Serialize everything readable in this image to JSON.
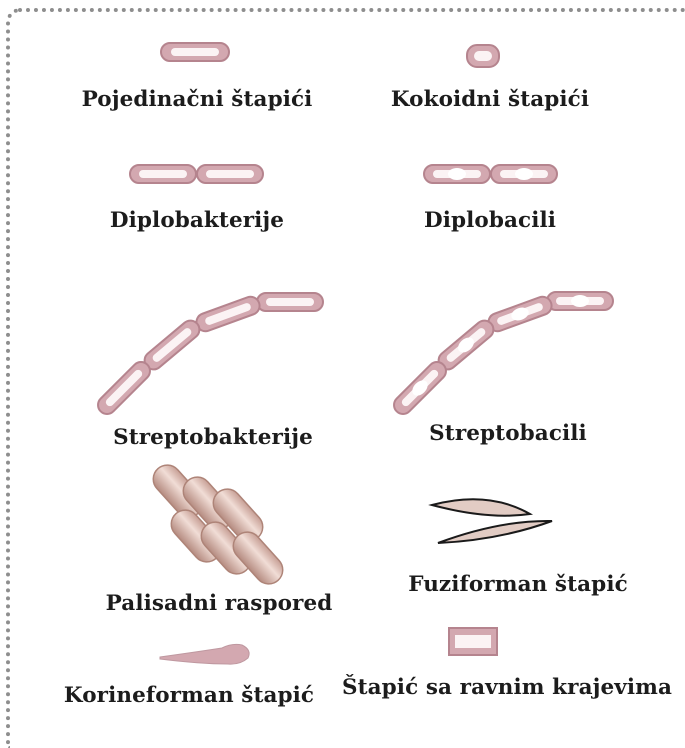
{
  "diagram": {
    "items": [
      {
        "id": "single",
        "label": "Pojedinačni štapići"
      },
      {
        "id": "coccoid",
        "label": "Kokoidni štapići"
      },
      {
        "id": "diplobacteria",
        "label": "Diplobakterije"
      },
      {
        "id": "diplobacilli",
        "label": "Diplobacili"
      },
      {
        "id": "streptobacteria",
        "label": "Streptobakterije"
      },
      {
        "id": "streptobacilli",
        "label": "Streptobacili"
      },
      {
        "id": "palisade",
        "label": "Palisadni raspored"
      },
      {
        "id": "fusiform",
        "label": "Fuziforman štapić"
      },
      {
        "id": "coryneform",
        "label": "Korineforman štapić"
      },
      {
        "id": "square-ends",
        "label": "Štapić sa ravnim krajevima"
      }
    ]
  },
  "colors": {
    "rod_outline": "#b5848e",
    "rod_fill": "#d3a8b0",
    "rod_core": "#fbf3f4",
    "spore": "#ffffff",
    "palisade_fill": "#d8b2a8",
    "fusiform_fill": "#e2ccc4",
    "frame_dots": "#8e8e8e",
    "text": "#1c1c1c"
  }
}
